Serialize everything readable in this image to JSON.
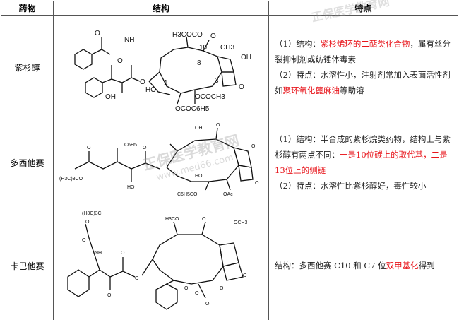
{
  "header": {
    "col1": "药物",
    "col2": "结构",
    "col3": "特点"
  },
  "rows": [
    {
      "name": "紫杉醇",
      "labels": [
        "H3COCO",
        "10",
        "O",
        "CH3",
        "NH",
        "O",
        "O",
        "OH",
        "O",
        "HO",
        "1",
        "8",
        "3",
        "O",
        "OCOCH3",
        "OCOC6H5",
        "OH",
        "O"
      ],
      "p1_a": "（1）结构：",
      "p1_red": "紫杉烯环的二萜类化合物",
      "p1_b": "，属有丝分裂抑制剂或纺锤体毒素",
      "p2_a": "（2）特点：水溶性小，注射剂常加入表面活性剂如",
      "p2_red": "聚环氧化蓖麻油",
      "p2_b": "等助溶"
    },
    {
      "name": "多西他赛",
      "labels": [
        "(H3C)3CO",
        "C6H5",
        "O",
        "HO",
        "O",
        "OH",
        "O",
        "OH",
        "HO",
        "C6H5CO",
        "OAc",
        "O"
      ],
      "p1_a": "（1）结构：半合成的紫杉烷类药物，结构上与紫杉醇有两点不同：",
      "p1_red": "一是10位碳上的取代基，二是13位上的侧链",
      "p2_a": "（2）特点：水溶性比紫杉醇好，毒性较小"
    },
    {
      "name": "卡巴他赛",
      "labels": [
        "(H3C)3C",
        "O",
        "O",
        "NH",
        "O",
        "OH",
        "O",
        "H3CO",
        "O",
        "OCH3",
        "OH",
        "O",
        "O",
        "O",
        "O"
      ],
      "p1_a": "结构：多西他赛 C10 和 C7 位",
      "p1_red": "双甲基化",
      "p1_b": "得到"
    }
  ],
  "watermark": {
    "text": "正保医学教育网",
    "url": "www.med66.com"
  }
}
